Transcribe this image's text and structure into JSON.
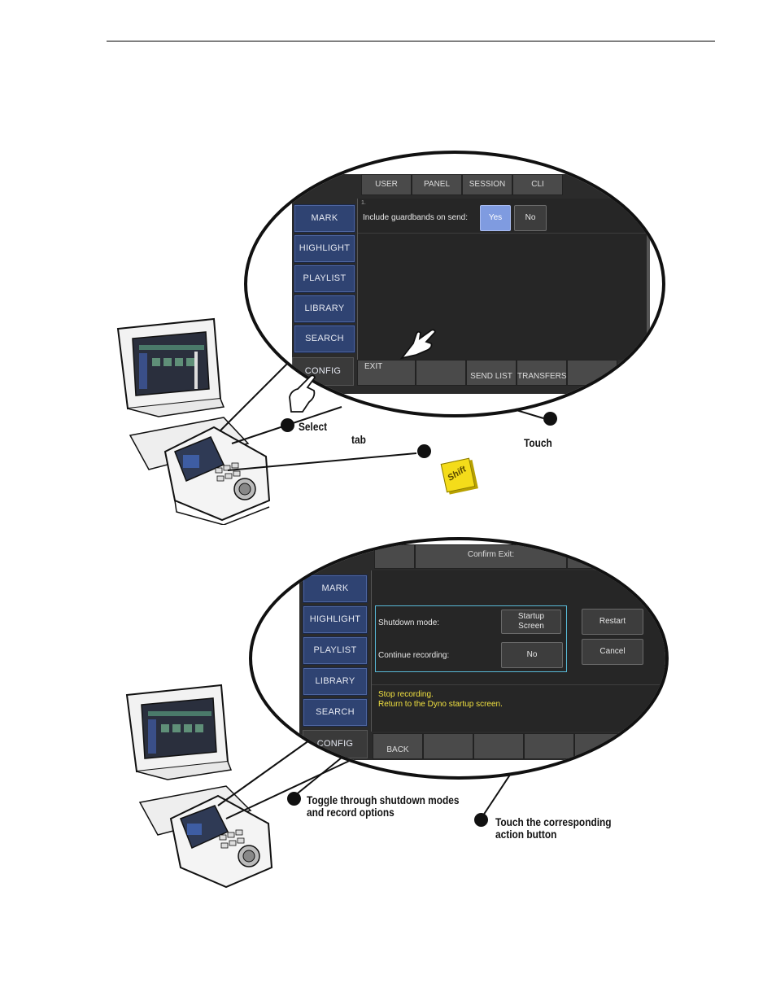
{
  "top": {
    "tabs": [
      "USER",
      "PANEL",
      "SESSION",
      "CLI"
    ],
    "side_buttons": [
      "MARK",
      "HIGHLIGHT",
      "PLAYLIST",
      "LIBRARY",
      "SEARCH",
      "CONFIG"
    ],
    "row_number": "1.",
    "setting_label": "Include guardbands on send:",
    "yes_label": "Yes",
    "no_label": "No",
    "bottom_buttons": [
      "EXIT",
      "",
      "SEND LIST",
      "TRANSFERS",
      ""
    ],
    "callout_select": "Select",
    "callout_tab": "tab",
    "callout_touch": "Touch",
    "shift_key": "Shift"
  },
  "bottom": {
    "header_title": "Confirm Exit:",
    "side_buttons": [
      "MARK",
      "HIGHLIGHT",
      "PLAYLIST",
      "LIBRARY",
      "SEARCH",
      "CONFIG"
    ],
    "shutdown_label": "Shutdown mode:",
    "shutdown_value_line1": "Startup",
    "shutdown_value_line2": "Screen",
    "recording_label": "Continue recording:",
    "recording_value": "No",
    "restart_label": "Restart",
    "cancel_label": "Cancel",
    "status_line1": "Stop recording.",
    "status_line2": "Return to the Dyno startup screen.",
    "back_label": "BACK",
    "callout_toggle_line1": "Toggle through shutdown modes",
    "callout_toggle_line2": "and record options",
    "callout_action_line1": "Touch the corresponding",
    "callout_action_line2": "action button"
  },
  "colors": {
    "side_button": "#2f4372",
    "yes_selected": "#7f9be0",
    "status_text": "#f0e040",
    "shift_key": "#f4dc1a"
  }
}
